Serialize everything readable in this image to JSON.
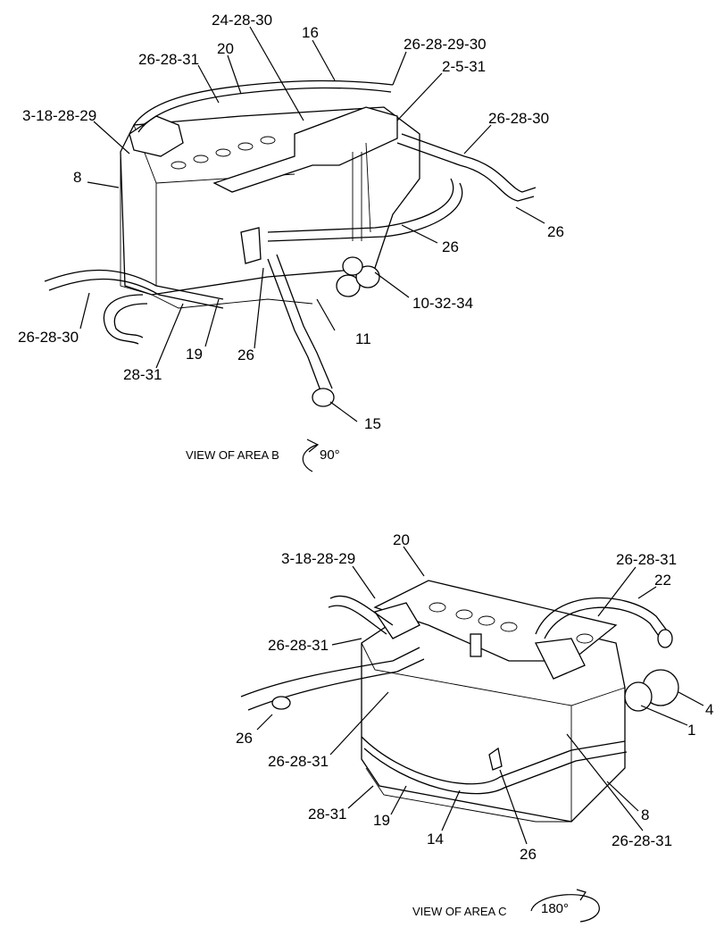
{
  "views": {
    "b": {
      "caption": "VIEW OF AREA B",
      "rotation": "90°",
      "callouts": {
        "c_24_28_30": "24-28-30",
        "c_16": "16",
        "c_20": "20",
        "c_26_28_31": "26-28-31",
        "c_26_28_29_30": "26-28-29-30",
        "c_2_5_31": "2-5-31",
        "c_3_18_28_29": "3-18-28-29",
        "c_26_28_30_right": "26-28-30",
        "c_8": "8",
        "c_26_right": "26",
        "c_26_mid": "26",
        "c_10_32_34": "10-32-34",
        "c_26_28_30_left": "26-28-30",
        "c_11": "11",
        "c_28_31": "28-31",
        "c_19": "19",
        "c_26_low": "26",
        "c_15": "15"
      }
    },
    "c": {
      "caption": "VIEW OF AREA C",
      "rotation": "180°",
      "callouts": {
        "c_20": "20",
        "c_3_18_28_29": "3-18-28-29",
        "c_26_28_31_top": "26-28-31",
        "c_22": "22",
        "c_26_28_31_left": "26-28-31",
        "c_4": "4",
        "c_1": "1",
        "c_26": "26",
        "c_26_28_31_mid": "26-28-31",
        "c_8": "8",
        "c_28_31": "28-31",
        "c_19": "19",
        "c_14": "14",
        "c_26_bottom": "26",
        "c_26_28_31_bottom": "26-28-31"
      }
    }
  }
}
